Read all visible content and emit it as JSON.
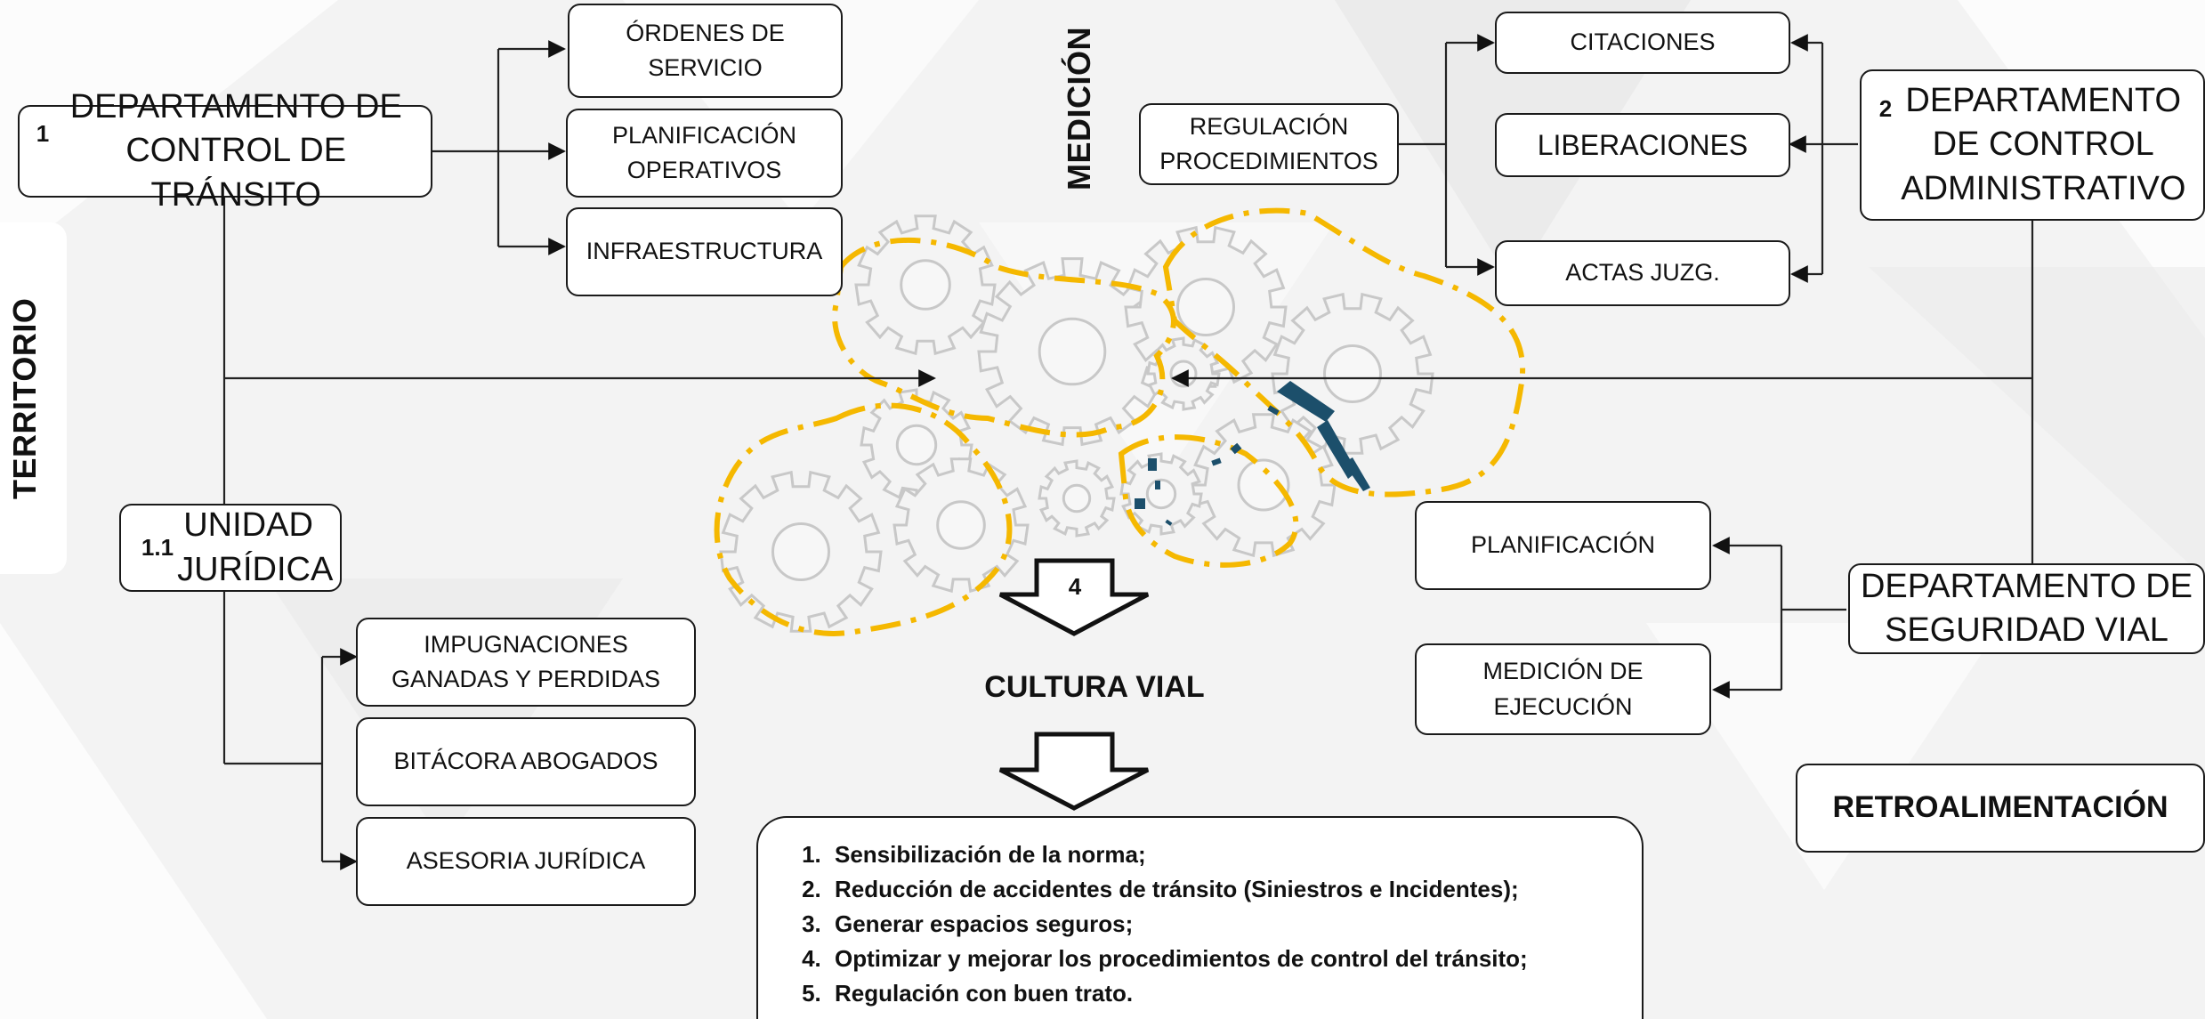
{
  "side_labels": {
    "left": "TERRITORIO",
    "top": "MEDICIÓN"
  },
  "dept_transit": {
    "number": "1",
    "title": "DEPARTAMENTO DE CONTROL DE TRÁNSITO"
  },
  "transit_items": [
    "ÓRDENES DE SERVICIO",
    "PLANIFICACIÓN OPERATIVOS",
    "INFRAESTRUCTURA"
  ],
  "legal_unit": {
    "number": "1.1",
    "title": "UNIDAD JURÍDICA"
  },
  "legal_items": [
    "IMPUGNACIONES GANADAS Y PERDIDAS",
    "BITÁCORA ABOGADOS",
    "ASESORIA JURÍDICA"
  ],
  "regulation": "REGULACIÓN PROCEDIMIENTOS",
  "admin_items": [
    "CITACIONES",
    "LIBERACIONES",
    "ACTAS JUZG."
  ],
  "dept_admin": {
    "number": "2",
    "title": "DEPARTAMENTO DE CONTROL ADMINISTRATIVO"
  },
  "dept_safety": {
    "title": "DEPARTAMENTO DE SEGURIDAD VIAL"
  },
  "safety_items": [
    "PLANIFICACIÓN",
    "MEDICIÓN DE EJECUCIÓN"
  ],
  "center": {
    "arrow_number": "4",
    "title": "CULTURA VIAL"
  },
  "goals": [
    "Sensibilización de la norma;",
    "Reducción de accidentes de tránsito (Siniestros e Incidentes);",
    "Generar espacios seguros;",
    "Optimizar y mejorar los procedimientos de control del tránsito;",
    "Regulación con buen trato."
  ],
  "feedback": "RETROALIMENTACIÓN",
  "colors": {
    "dashed_outline": "#f5b800",
    "accent_marks": "#1c4f6b",
    "gears": "#cfcfcf"
  }
}
